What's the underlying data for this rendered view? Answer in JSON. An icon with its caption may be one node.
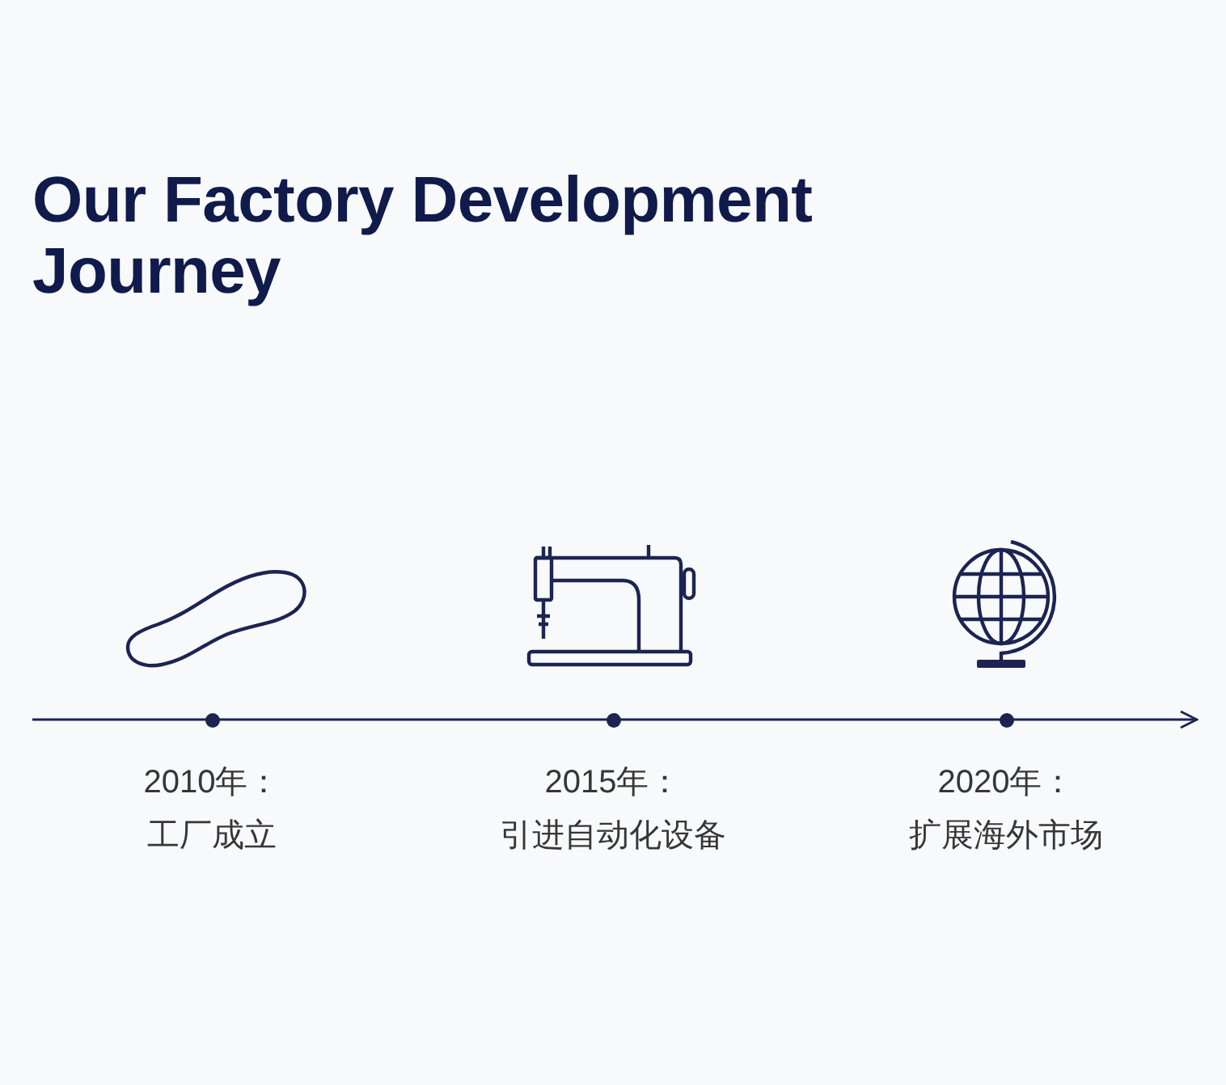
{
  "diagram": {
    "title": "Our Factory Development Journey",
    "labels": [
      "2010年：",
      "工厂成立",
      "2015年：",
      "引进自动化设备",
      "2020年：",
      "扩展海外市场"
    ]
  }
}
